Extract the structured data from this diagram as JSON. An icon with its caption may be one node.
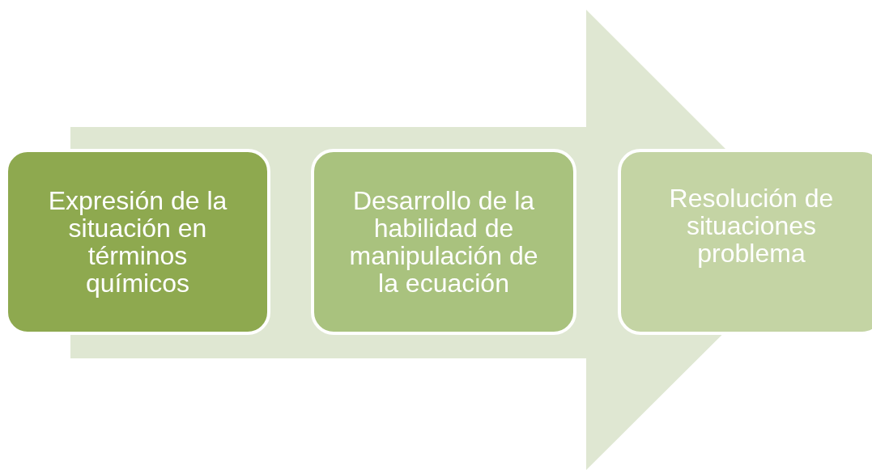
{
  "diagram": {
    "nodes": [
      {
        "text": [
          "Expresión de la situación en términos químicos"
        ]
      },
      {
        "text": [
          "Desarrollo de la habilidad de manipulación de la ecuación"
        ]
      },
      {
        "text": [
          "Resolución de situaciones problema"
        ]
      }
    ],
    "edges": [
      {
        "from": 0,
        "to": 2,
        "arrow": "to"
      }
    ]
  }
}
